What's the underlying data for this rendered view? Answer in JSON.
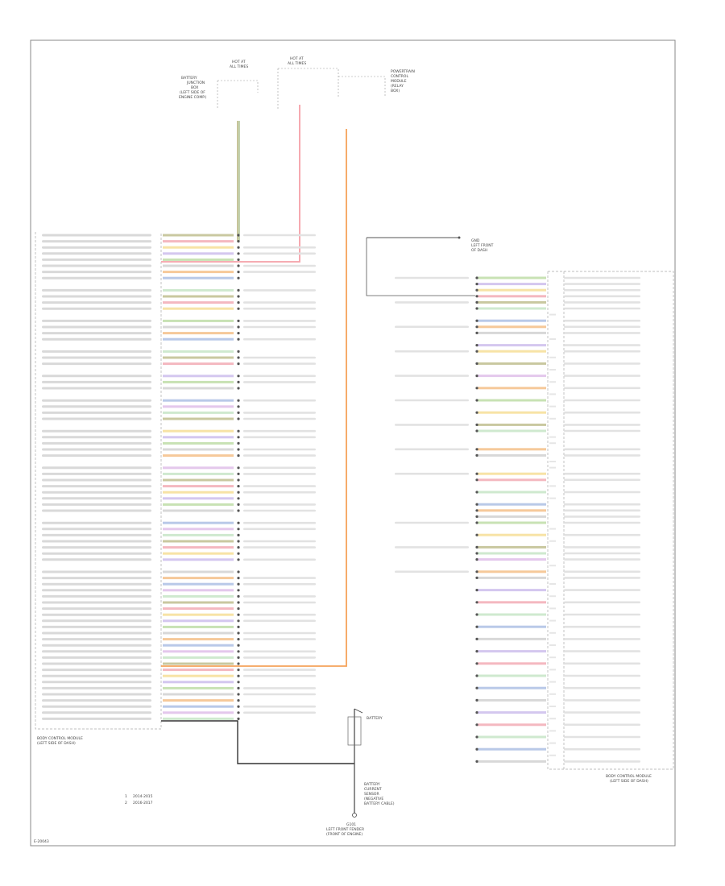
{
  "footer": {
    "code": "E-20043"
  },
  "left_module": {
    "title_lines": [
      "BODY CONTROL MODULE",
      "(LEFT SIDE OF DASH)"
    ]
  },
  "right_module": {
    "title_lines": [
      "BODY CONTROL MODULE",
      "(LEFT SIDE OF DASH)"
    ]
  },
  "legend": [
    {
      "mark": "1",
      "text": "2014-2015"
    },
    {
      "mark": "2",
      "text": "2016-2017"
    }
  ],
  "top_labels": {
    "hot_at_all_times_a": [
      "HOT AT",
      "ALL TIMES"
    ],
    "hot_at_all_times_b": [
      "HOT AT",
      "ALL TIMES"
    ],
    "fuse_left": [
      "BATTERY",
      "JUNCTION",
      "BOX",
      "(LEFT SIDE OF",
      "ENGINE COMP.)"
    ],
    "fuse_right": [
      "POWERTRAIN",
      "CONTROL",
      "MODULE",
      "(RELAY",
      "BOX)"
    ]
  },
  "battery_labels": {
    "battery": "BATTERY",
    "sensor": [
      "BATTERY",
      "CURRENT",
      "SENSOR",
      "(NEGATIVE",
      "BATTERY CABLE)"
    ],
    "ground": [
      "G101",
      "LEFT FRONT FENDER",
      "(FRONT OF ENGINE)"
    ]
  },
  "top_right_note": [
    "GND",
    "LEFT FRONT",
    "OF DASH"
  ]
}
